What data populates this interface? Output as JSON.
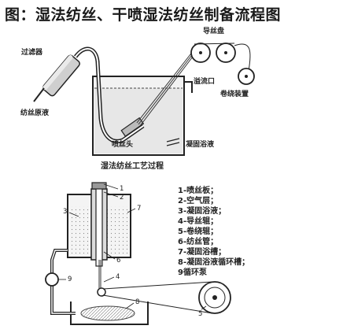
{
  "title": "图：湿法纺丝、干喷湿法纺丝制备流程图",
  "top_diagram": {
    "caption": "湿法纺丝工艺过程",
    "labels": {
      "filter": "过滤器",
      "spinning_dope": "纺丝原液",
      "guide_godet": "导丝盘",
      "overflow": "溢流口",
      "winder": "卷绕装置",
      "spinneret": "喷丝头",
      "coag_bath": "凝固浴液"
    }
  },
  "bottom_diagram": {
    "numbers": [
      "1",
      "2",
      "3",
      "4",
      "5",
      "6",
      "7",
      "8",
      "9"
    ],
    "legend": [
      "1-喷丝板；",
      "2-空气层；",
      "3-凝固浴液；",
      "4-导丝辊；",
      "5-卷绕辊；",
      "6-纺丝管；",
      "7-凝固浴槽；",
      "8-凝固浴液循环槽；",
      "9循环泵"
    ]
  }
}
